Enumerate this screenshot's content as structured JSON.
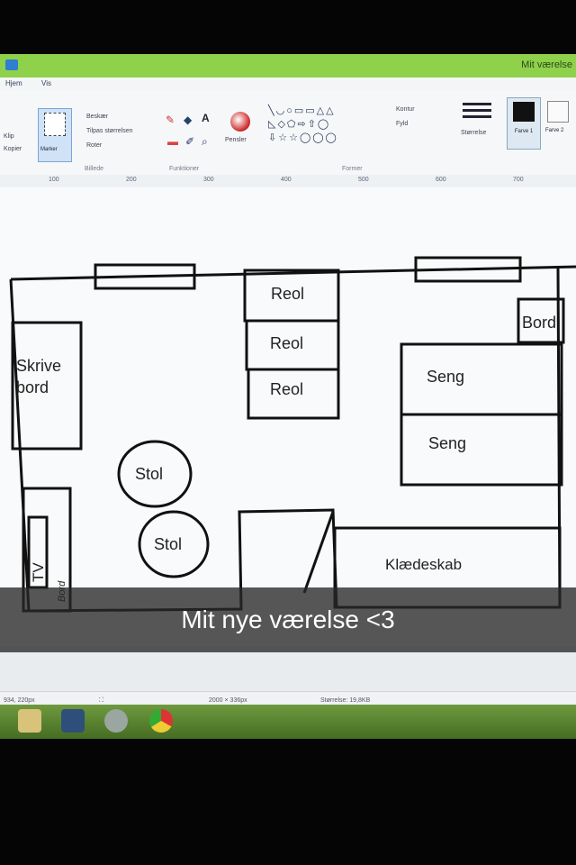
{
  "window": {
    "title": "Mit værelse"
  },
  "menu": {
    "home": "Hjem",
    "view": "Vis"
  },
  "ribbon": {
    "clipboard": {
      "cut": "Klip",
      "copy": "Kopier"
    },
    "image": {
      "marker_label": "Marker",
      "crop": "Beskær",
      "resize": "Tilpas størrelsen",
      "rotate": "Roter",
      "group_label": "Billede"
    },
    "tools": {
      "group_label": "Funktioner",
      "text_tool": "A"
    },
    "brushes_label": "Pensler",
    "shapes": {
      "group_label": "Former",
      "outline": "Kontur",
      "fill": "Fyld"
    },
    "size_label": "Størrelse",
    "color1": "Farve 1",
    "color2": "Farve 2"
  },
  "ruler": {
    "ticks": [
      "100",
      "200",
      "300",
      "400",
      "500",
      "600",
      "700"
    ]
  },
  "floorplan": {
    "shelves": [
      "Reol",
      "Reol",
      "Reol"
    ],
    "table": "Bord",
    "beds": [
      "Seng",
      "Seng"
    ],
    "desk": [
      "Skrive",
      "bord"
    ],
    "chairs": [
      "Stol",
      "Stol"
    ],
    "tv": "TV",
    "tv_table": "Bord",
    "wardrobe": "Klædeskab"
  },
  "statusbar": {
    "cursor": "934, 220px",
    "dimensions": "2000 × 336px",
    "filesize": "Størrelse: 19,8KB"
  },
  "caption": "Mit nye værelse <3"
}
